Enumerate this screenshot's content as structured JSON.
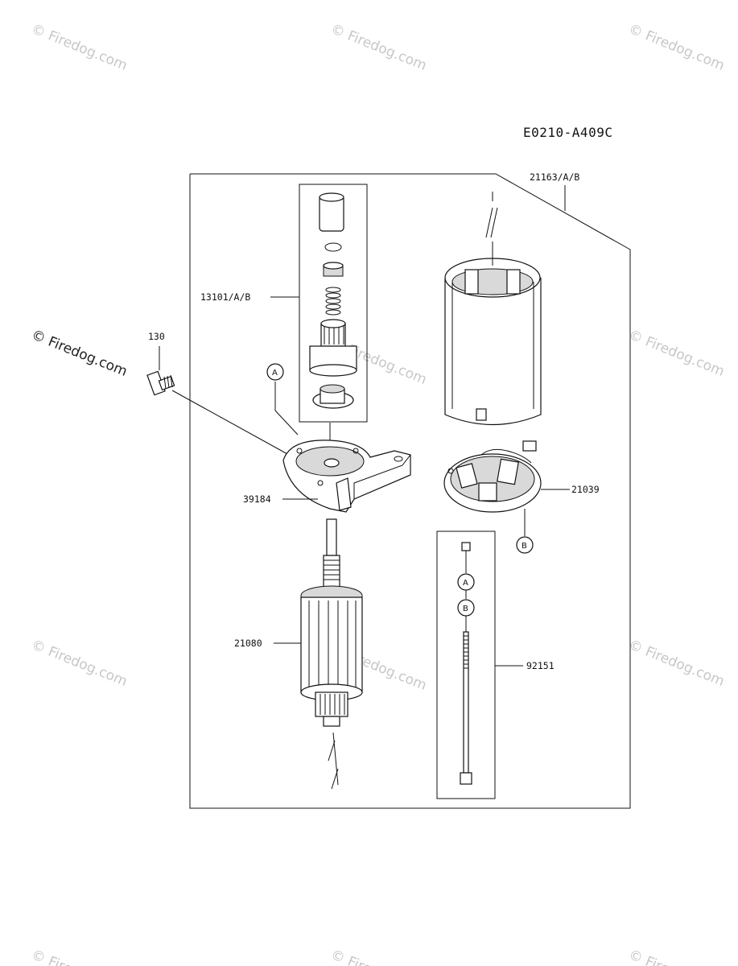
{
  "diagram_code": "E0210-A409C",
  "watermark": {
    "text": "© Firedog.com"
  },
  "parts": [
    {
      "id": "21163",
      "label": "21163/A/B"
    },
    {
      "id": "13101",
      "label": "13101/A/B"
    },
    {
      "id": "130",
      "label": "130"
    },
    {
      "id": "39184",
      "label": "39184"
    },
    {
      "id": "21039",
      "label": "21039"
    },
    {
      "id": "21080",
      "label": "21080"
    },
    {
      "id": "92151",
      "label": "92151"
    }
  ],
  "callouts": {
    "a": "A",
    "b": "B"
  }
}
